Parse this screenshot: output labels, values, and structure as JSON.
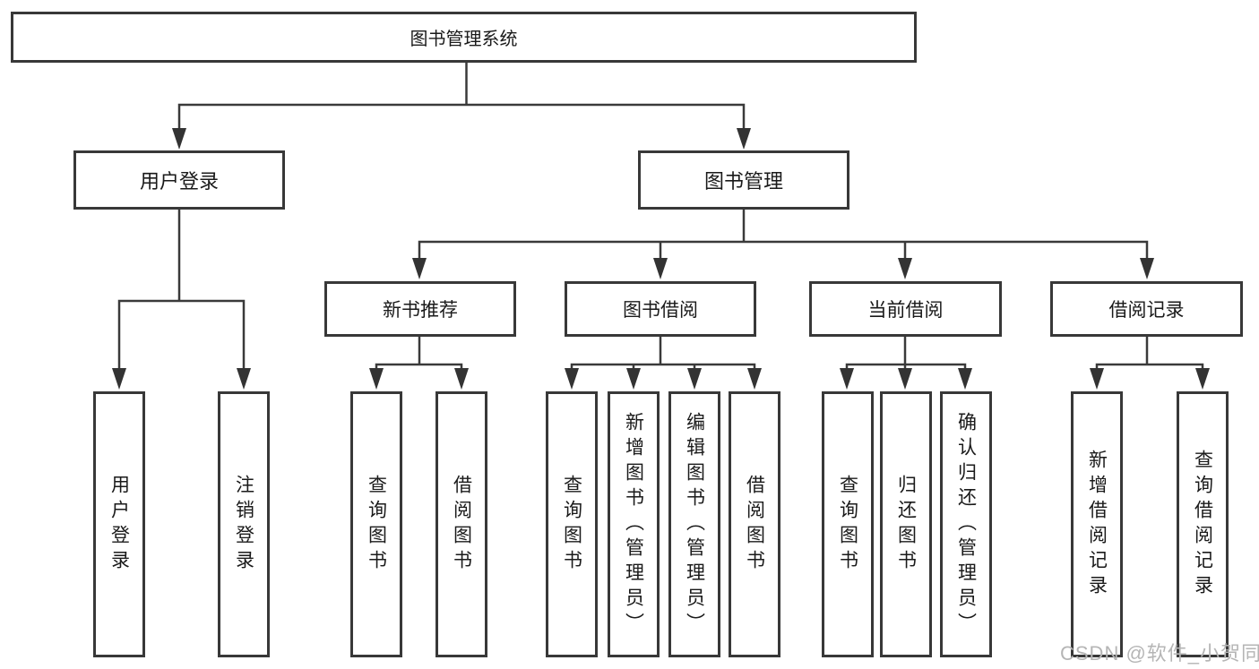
{
  "tree": {
    "root": "图书管理系统",
    "branches": [
      {
        "label": "用户登录",
        "children": [
          "用户登录",
          "注销登录"
        ]
      },
      {
        "label": "图书管理",
        "children": [
          {
            "label": "新书推荐",
            "children": [
              "查询图书",
              "借阅图书"
            ]
          },
          {
            "label": "图书借阅",
            "children": [
              "查询图书",
              "新增图书（管理员）",
              "编辑图书（管理员）",
              "借阅图书"
            ]
          },
          {
            "label": "当前借阅",
            "children": [
              "查询图书",
              "归还图书",
              "确认归还（管理员）"
            ]
          },
          {
            "label": "借阅记录",
            "children": [
              "新增借阅记录",
              "查询借阅记录"
            ]
          }
        ]
      }
    ]
  },
  "watermark": "CSDN @软件_小贺同学",
  "colors": {
    "line": "#3a3a3a",
    "box_border": "#383838",
    "text": "#1a1a1a",
    "watermark": "#b5b5b5",
    "background": "#ffffff"
  }
}
